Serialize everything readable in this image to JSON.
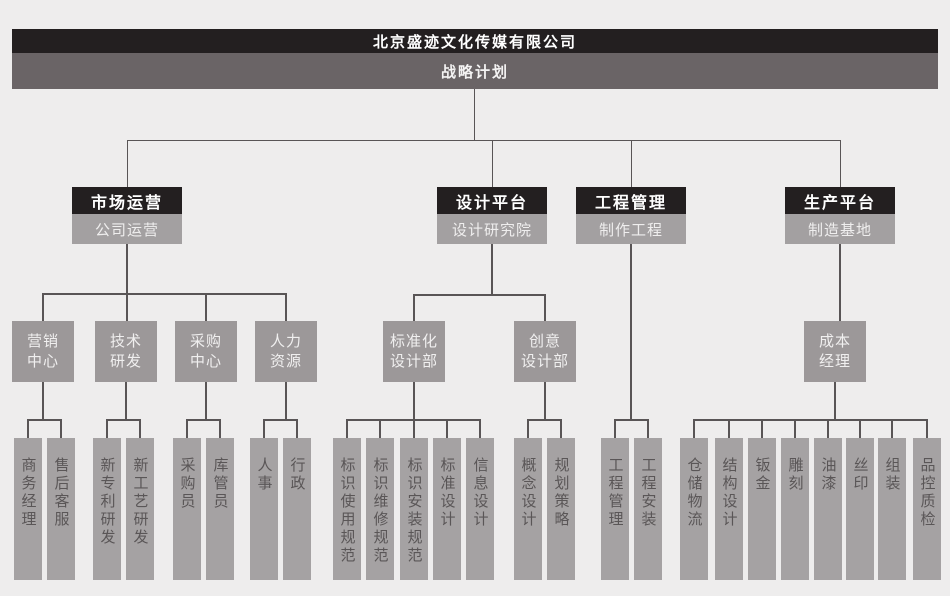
{
  "title_bar": {
    "company_name": "北京盛迹文化传媒有限公司",
    "subtitle": "战略计划"
  },
  "divisions": [
    {
      "header": "市场运营",
      "sub": "公司运营"
    },
    {
      "header": "设计平台",
      "sub": "设计研究院"
    },
    {
      "header": "工程管理",
      "sub": "制作工程"
    },
    {
      "header": "生产平台",
      "sub": "制造基地"
    }
  ],
  "departments": [
    {
      "line1": "营销",
      "line2": "中心"
    },
    {
      "line1": "技术",
      "line2": "研发"
    },
    {
      "line1": "采购",
      "line2": "中心"
    },
    {
      "line1": "人力",
      "line2": "资源"
    },
    {
      "line1": "标准化",
      "line2": "设计部"
    },
    {
      "line1": "创意",
      "line2": "设计部"
    },
    {
      "line1": "成本",
      "line2": "经理"
    }
  ],
  "teams": [
    "商务经理",
    "售后客服",
    "新专利研发",
    "新工艺研发",
    "采购员",
    "库管员",
    "人事",
    "行政",
    "标识使用规范",
    "标识维修规范",
    "标识安装规范",
    "标准设计",
    "信息设计",
    "概念设计",
    "规划策略",
    "工程管理",
    "工程安装",
    "仓储物流",
    "结构设计",
    "钣金",
    "雕刻",
    "油漆",
    "丝印",
    "组装",
    "品控质检"
  ],
  "colors": {
    "background": "#eeeded",
    "header_dark": "#231f20",
    "header_gray": "#6a6466",
    "division_sub_gray": "#a3a0a1",
    "department_gray": "#9c9899",
    "team_gray": "#a5a2a3",
    "connector": "#595556",
    "text_light": "#f4f3f3",
    "text_dark": "#5a5657"
  }
}
